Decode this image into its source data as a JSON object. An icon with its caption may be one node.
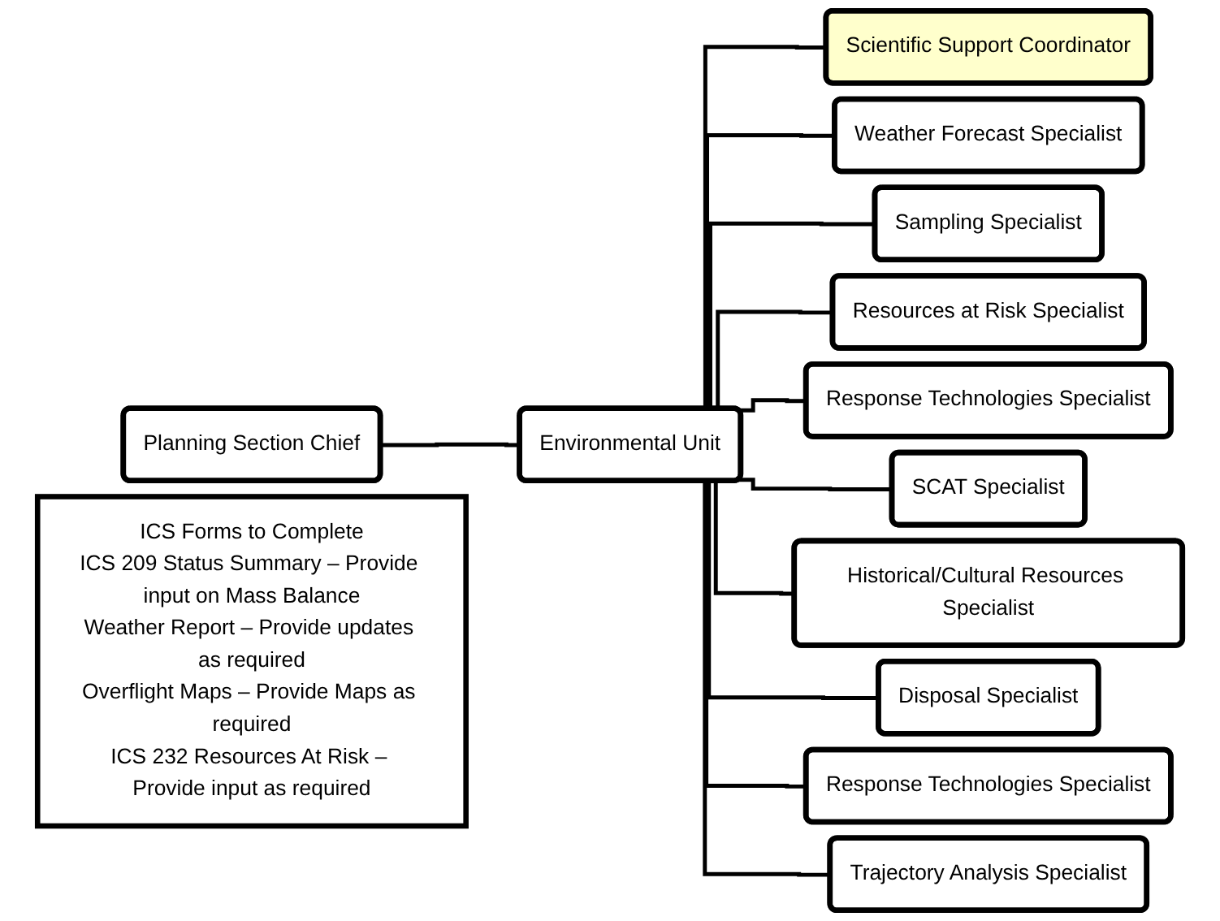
{
  "diagram": {
    "nodes": [
      {
        "text": [
          "Planning Section Chief"
        ]
      },
      {
        "text": [
          "Environmental Unit"
        ]
      },
      {
        "text": [
          "Scientific Support Coordinator"
        ]
      },
      {
        "text": [
          "Weather Forecast Specialist"
        ]
      },
      {
        "text": [
          "Sampling Specialist"
        ]
      },
      {
        "text": [
          "Resources at Risk Specialist"
        ]
      },
      {
        "text": [
          "Response Technologies Specialist"
        ]
      },
      {
        "text": [
          "SCAT Specialist"
        ]
      },
      {
        "text": [
          "Historical/Cultural Resources Specialist"
        ]
      },
      {
        "text": [
          "Disposal Specialist"
        ]
      },
      {
        "text": [
          "Response Technologies Specialist"
        ]
      },
      {
        "text": [
          "Trajectory Analysis Specialist"
        ]
      },
      {
        "text": [
          "ICS Forms to Complete",
          "ICS 209 Status Summary – Provide input on Mass Balance",
          "Weather Report – Provide updates as required",
          "Overflight Maps – Provide Maps as required",
          "ICS 232 Resources At Risk – Provide input as required"
        ]
      }
    ],
    "edges": [
      {
        "from": 0,
        "to": 1,
        "arrow": "none"
      },
      {
        "from": 1,
        "to": 2,
        "arrow": "none"
      },
      {
        "from": 1,
        "to": 3,
        "arrow": "none"
      },
      {
        "from": 1,
        "to": 4,
        "arrow": "none"
      },
      {
        "from": 1,
        "to": 5,
        "arrow": "none"
      },
      {
        "from": 1,
        "to": 6,
        "arrow": "none"
      },
      {
        "from": 1,
        "to": 7,
        "arrow": "none"
      },
      {
        "from": 1,
        "to": 8,
        "arrow": "none"
      },
      {
        "from": 1,
        "to": 9,
        "arrow": "none"
      },
      {
        "from": 1,
        "to": 10,
        "arrow": "none"
      },
      {
        "from": 1,
        "to": 11,
        "arrow": "none"
      }
    ]
  }
}
